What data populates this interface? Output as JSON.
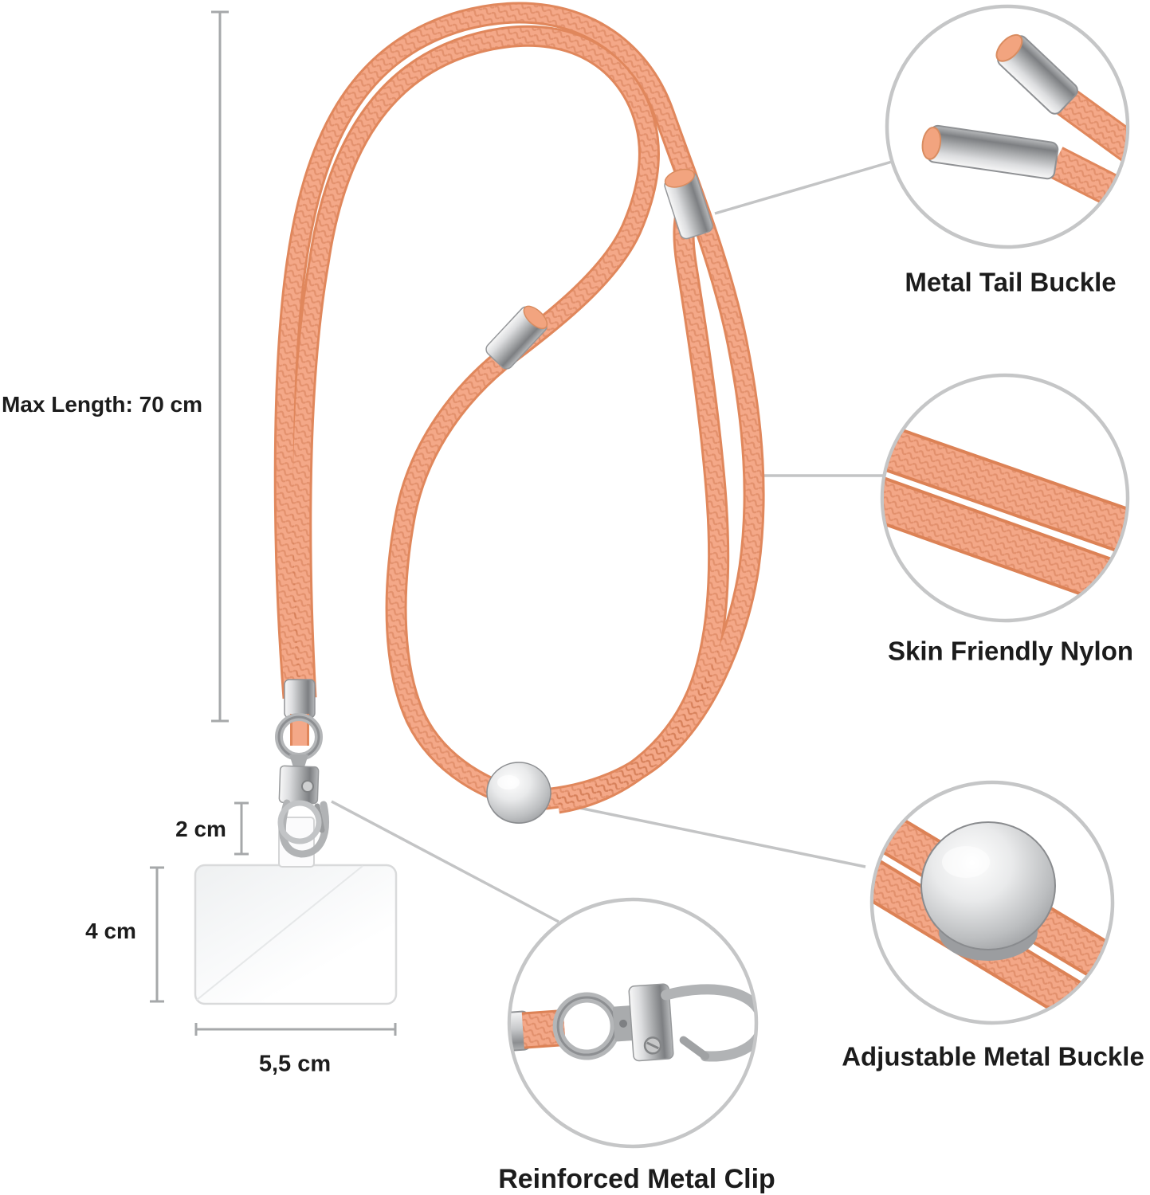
{
  "annotations": {
    "max_length": "Max Length: 70 cm",
    "tab_height": "2 cm",
    "card_height": "4 cm",
    "card_width": "5,5 cm"
  },
  "callouts": [
    {
      "id": "metal-tail-buckle",
      "label": "Metal Tail Buckle"
    },
    {
      "id": "skin-friendly-nylon",
      "label": "Skin Friendly Nylon"
    },
    {
      "id": "adjustable-metal-buckle",
      "label": "Adjustable Metal Buckle"
    },
    {
      "id": "reinforced-metal-clip",
      "label": "Reinforced Metal Clip"
    }
  ],
  "colors": {
    "cord": "#F4A888",
    "cord_dark": "#E0875C",
    "metal_light": "#F4F4F5",
    "metal_dark": "#8C8E91",
    "circle_border": "#C5C6C7",
    "line_gray": "#A6A8AA",
    "text": "#1C1C1C",
    "background": "#FFFFFF"
  }
}
